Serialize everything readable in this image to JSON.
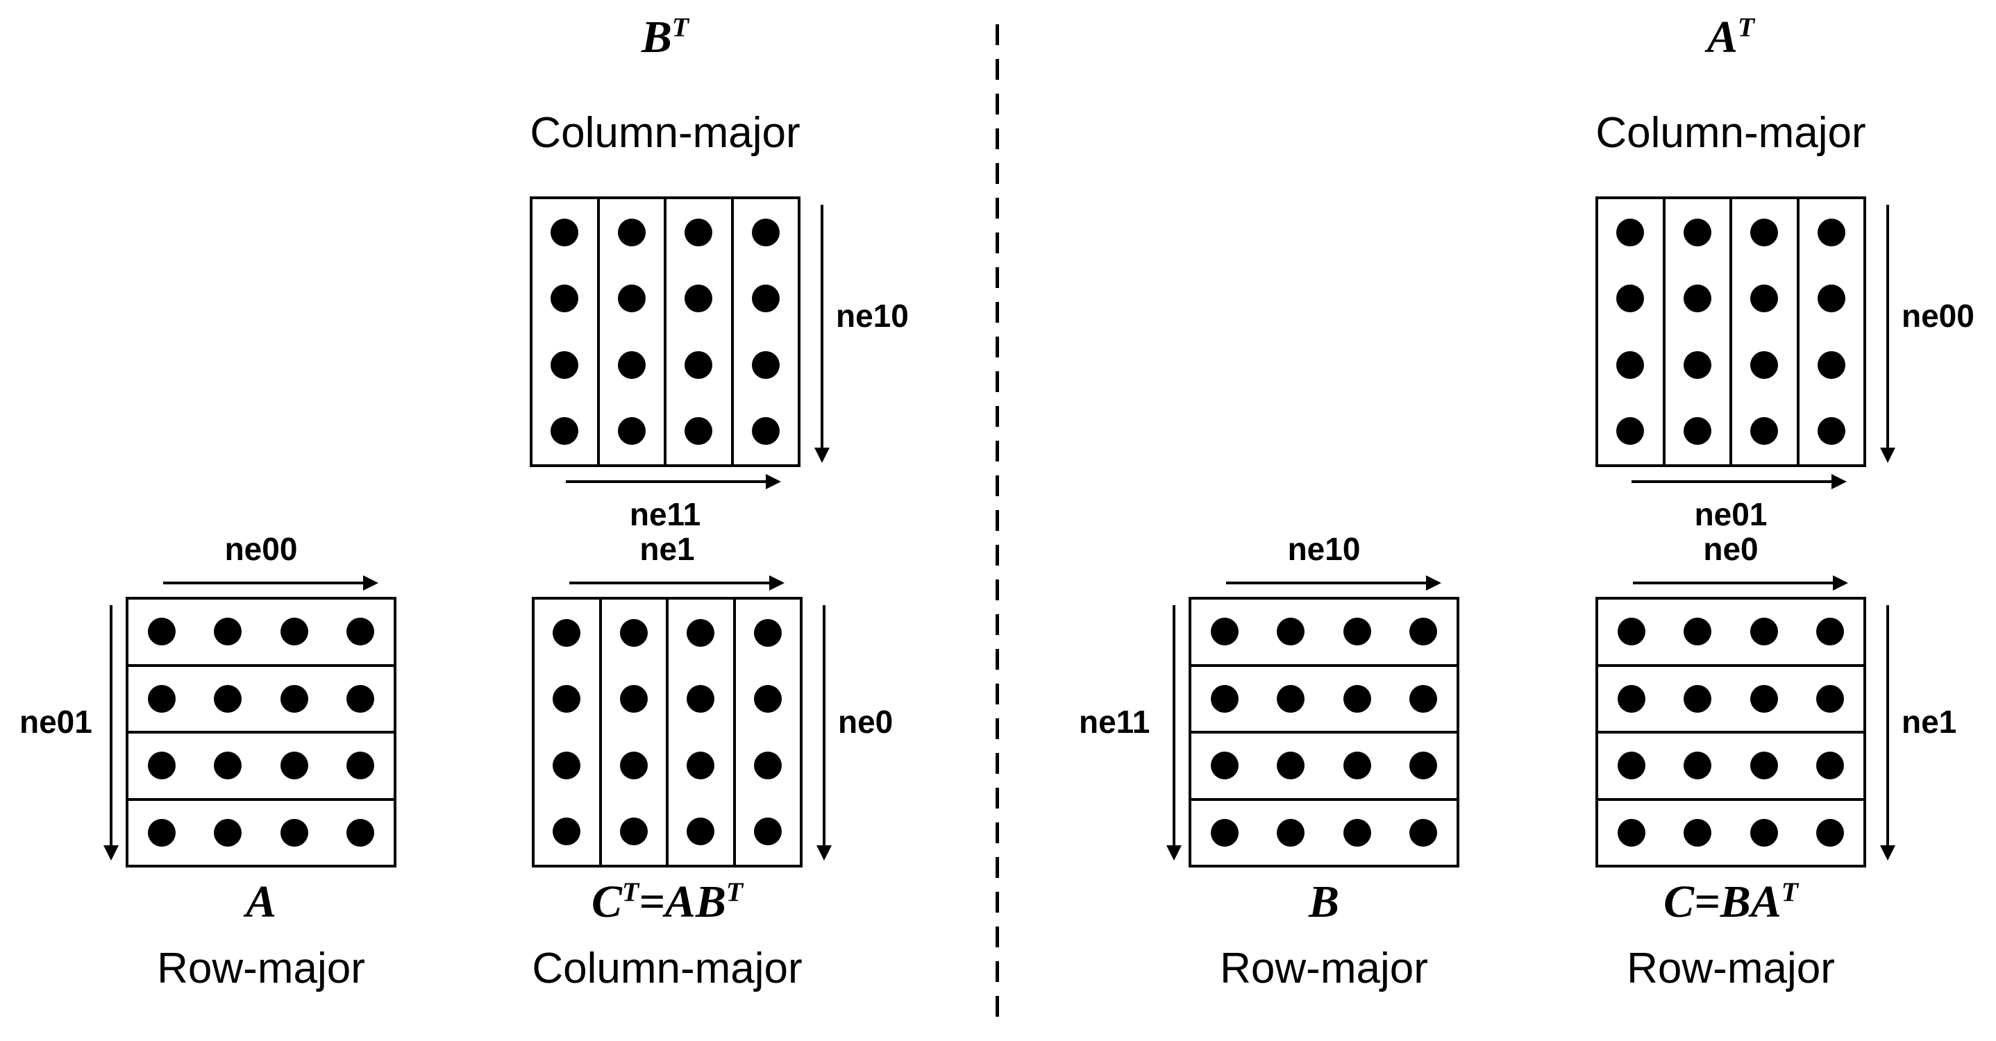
{
  "figure": {
    "left": {
      "top": {
        "title_base": "B",
        "title_sup": "T",
        "major": "Column-major",
        "side_label": "ne10",
        "bottom_label": "ne11"
      },
      "bottom_left": {
        "top_label": "ne00",
        "left_label": "ne01",
        "name_base": "A",
        "major": "Row-major"
      },
      "bottom_right": {
        "top_label": "ne1",
        "side_label": "ne0",
        "name_b1": "C",
        "name_s1": "T",
        "name_b2": "=AB",
        "name_s2": "T",
        "major": "Column-major"
      }
    },
    "right": {
      "top": {
        "title_base": "A",
        "title_sup": "T",
        "major": "Column-major",
        "side_label": "ne00",
        "bottom_label": "ne01"
      },
      "bottom_left": {
        "top_label": "ne10",
        "left_label": "ne11",
        "name_base": "B",
        "major": "Row-major"
      },
      "bottom_right": {
        "top_label": "ne0",
        "side_label": "ne1",
        "name_b1": "C=BA",
        "name_s1": "T",
        "major": "Row-major"
      }
    }
  },
  "grid": {
    "groups": 4,
    "dots_per_group": 4
  },
  "colors": {
    "ink": "#000000",
    "background": "#ffffff"
  }
}
